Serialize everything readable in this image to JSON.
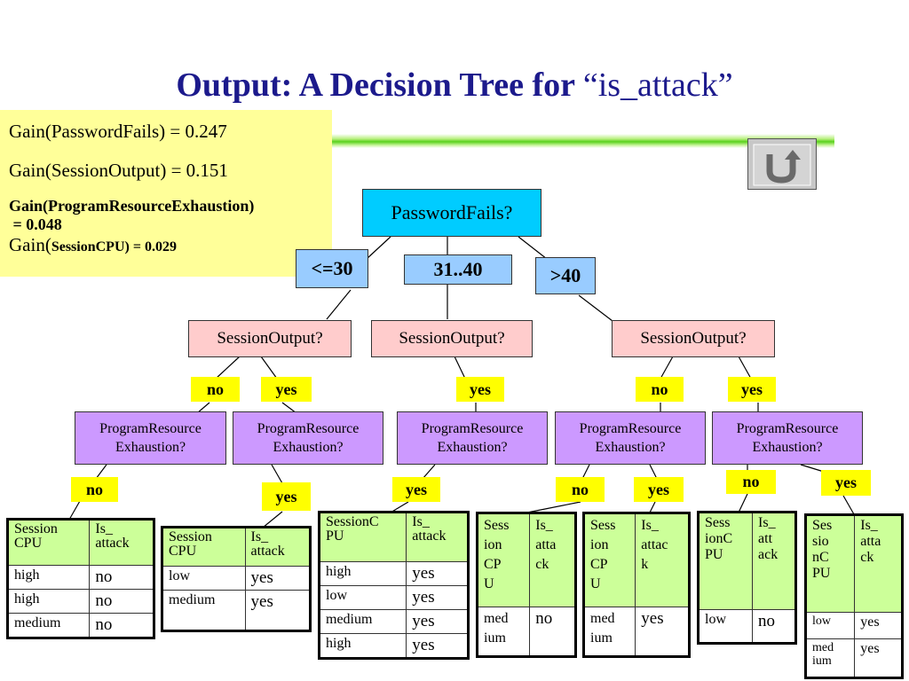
{
  "title": {
    "main": "Output: A Decision Tree for ",
    "open_quote": "“",
    "word": "is_attack",
    "close_quote": "”"
  },
  "gains": [
    "Gain(PasswordFails) = 0.247",
    "Gain(SessionOutput) = 0.151",
    "Gain(ProgramResourceExhaustion)",
    " = 0.048",
    "Gain(",
    "SessionCPU) = 0.029"
  ],
  "undo_icon": "u-turn-arrow-icon",
  "colors": {
    "root": "#00ccff",
    "range": "#99ccff",
    "session_output": "#ffcccc",
    "program_resource": "#cc99ff",
    "branch_label": "#ffff00",
    "table_header": "#ccff99",
    "title": "#1c1a8c",
    "gain_box": "#ffff99"
  },
  "tree": {
    "root": "PasswordFails?",
    "ranges": [
      "<=30",
      "31..40",
      ">40"
    ],
    "session_output": [
      "SessionOutput?",
      "SessionOutput?",
      "SessionOutput?"
    ],
    "session_branches": [
      "no",
      "yes",
      "yes",
      "no",
      "yes"
    ],
    "program_resource": [
      {
        "line1": "ProgramResource",
        "line2": "Exhaustion?"
      },
      {
        "line1": "ProgramResource",
        "line2": "Exhaustion?"
      },
      {
        "line1": "ProgramResource",
        "line2": "Exhaustion?"
      },
      {
        "line1": "ProgramResource",
        "line2": "Exhaustion?"
      },
      {
        "line1": "ProgramResource",
        "line2": "Exhaustion?"
      }
    ],
    "pre_branches": [
      "no",
      "yes",
      "yes",
      "no",
      "yes",
      "no",
      "yes"
    ]
  },
  "tables": [
    {
      "h1": "Session\nCPU",
      "h2": "Is_\nattack",
      "rows": [
        [
          "high",
          "no"
        ],
        [
          "high",
          "no"
        ],
        [
          "medium",
          "no"
        ]
      ]
    },
    {
      "h1": "Session\nCPU",
      "h2": "Is_\nattack",
      "rows": [
        [
          "low",
          "yes"
        ],
        [
          "medium",
          "yes"
        ]
      ]
    },
    {
      "h1": "SessionC\nPU",
      "h2": "Is_\nattack",
      "rows": [
        [
          "high",
          "yes"
        ],
        [
          "low",
          "yes"
        ],
        [
          "medium",
          "yes"
        ],
        [
          "high",
          "yes"
        ]
      ]
    },
    {
      "h1": "Sess\nion\nCP\nU",
      "h2": "Is_\natta\nck",
      "rows": [
        [
          "med\nium",
          "no"
        ]
      ]
    },
    {
      "h1": "Sess\nion\nCP\nU",
      "h2": "Is_\nattac\nk",
      "rows": [
        [
          "med\nium",
          "yes"
        ]
      ]
    },
    {
      "h1": "Sess\nionC\nPU",
      "h2": "Is_\natt\nack",
      "rows": [
        [
          "low",
          "no"
        ]
      ]
    },
    {
      "h1": "Ses\nsio\nnC\nPU",
      "h2": "Is_\natta\nck",
      "rows": [
        [
          "low",
          "yes"
        ],
        [
          "med\nium",
          "yes"
        ]
      ]
    }
  ]
}
